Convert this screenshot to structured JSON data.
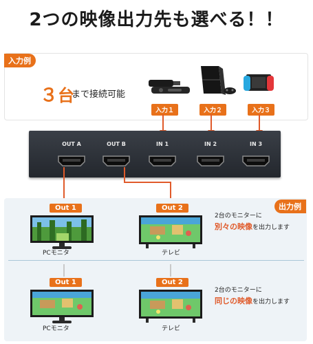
{
  "headline": "2つの映像出力先も選べる！！",
  "input_example": {
    "tag": "入力例",
    "count_number": "３",
    "count_unit": "台",
    "count_rest": "まで接続可能",
    "inputs": [
      "入力１",
      "入力２",
      "入力３"
    ],
    "devices": [
      "fire-tv-stick-icon",
      "game-console-icon",
      "handheld-console-icon"
    ]
  },
  "switcher": {
    "ports": [
      "OUT A",
      "OUT B",
      "IN 1",
      "IN 2",
      "IN 3"
    ]
  },
  "output_example": {
    "tag": "出力例",
    "rows": [
      {
        "out1_label": "Out 1",
        "out2_label": "Out 2",
        "display1_caption": "PCモニタ",
        "display2_caption": "テレビ",
        "desc_line1": "2台のモニターに",
        "desc_highlight": "別々の映像",
        "desc_line2": "を出力します"
      },
      {
        "out1_label": "Out 1",
        "out2_label": "Out 2",
        "display1_caption": "PCモニタ",
        "display2_caption": "テレビ",
        "desc_line1": "2台のモニターに",
        "desc_highlight": "同じの映像",
        "desc_line2": "を出力します"
      }
    ]
  },
  "colors": {
    "accent": "#e8711a",
    "line": "#e05a2a",
    "switcher": "#2d3238",
    "panel": "#eef3f7"
  }
}
